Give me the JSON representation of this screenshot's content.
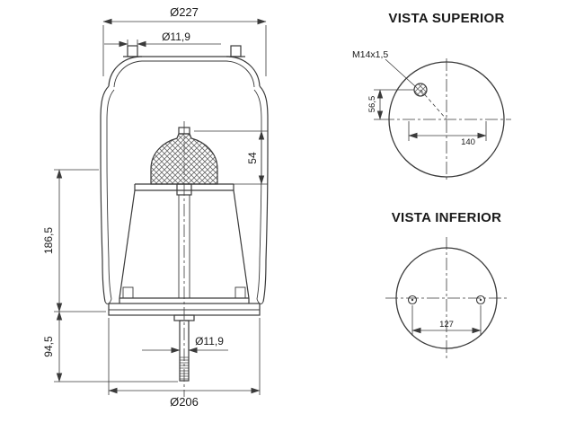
{
  "drawing": {
    "side_view": {
      "top_plate_diameter": "Ø227",
      "top_stud_diameter": "Ø11,9",
      "bumper_height": "54",
      "bellows_height": "186,5",
      "piston_height": "94,5",
      "bottom_stud_diameter": "Ø11,9",
      "piston_diameter": "Ø206"
    },
    "top_view": {
      "title": "VISTA SUPERIOR",
      "thread_spec": "M14x1,5",
      "stud_offset": "56,5",
      "stud_spacing": "140"
    },
    "bottom_view": {
      "title": "VISTA INFERIOR",
      "hole_spacing": "127"
    }
  },
  "colors": {
    "line": "#3a3a3a",
    "text": "#1a1a1a",
    "background": "#ffffff"
  }
}
